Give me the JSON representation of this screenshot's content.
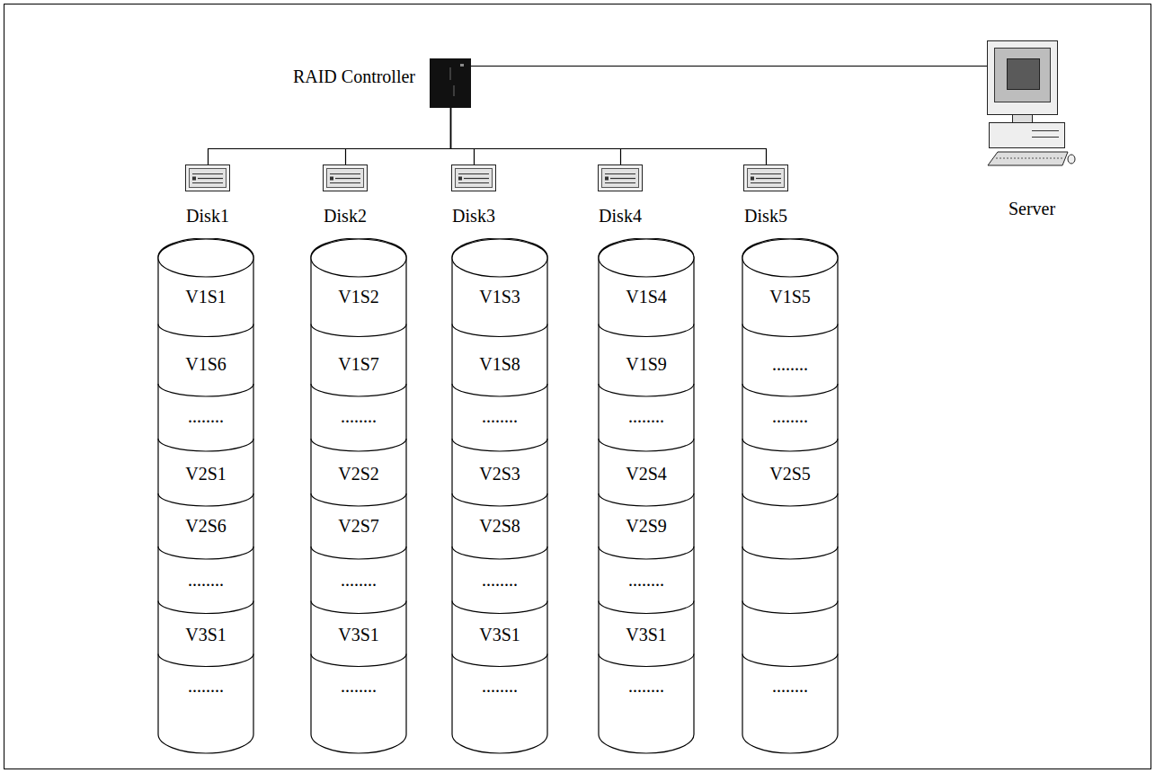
{
  "diagram": {
    "nodes": [
      {
        "text": [
          "RAID Controller"
        ]
      },
      {
        "text": [
          "Server"
        ]
      },
      {
        "text": [
          "Disk1"
        ]
      },
      {
        "text": [
          "Disk2"
        ]
      },
      {
        "text": [
          "Disk3"
        ]
      },
      {
        "text": [
          "Disk4"
        ]
      },
      {
        "text": [
          "Disk5"
        ]
      },
      {
        "text": [
          "V1S1",
          "V1S6",
          "........",
          "V2S1",
          "V2S6",
          "........",
          "V3S1",
          "........"
        ]
      },
      {
        "text": [
          "V1S2",
          "V1S7",
          "........",
          "V2S2",
          "V2S7",
          "........",
          "V3S1",
          "........"
        ]
      },
      {
        "text": [
          "V1S3",
          "V1S8",
          "........",
          "V2S3",
          "V2S8",
          "........",
          "V3S1",
          "........"
        ]
      },
      {
        "text": [
          "V1S4",
          "V1S9",
          "........",
          "V2S4",
          "V2S9",
          "........",
          "V3S1",
          "........"
        ]
      },
      {
        "text": [
          "V1S5",
          "........",
          "........",
          "V2S5",
          "........"
        ]
      }
    ],
    "edges": [
      {
        "from": 0,
        "to": 1,
        "arrow": "none"
      },
      {
        "from": 0,
        "to": 2,
        "arrow": "none"
      },
      {
        "from": 0,
        "to": 3,
        "arrow": "none"
      },
      {
        "from": 0,
        "to": 4,
        "arrow": "none"
      },
      {
        "from": 0,
        "to": 5,
        "arrow": "none"
      },
      {
        "from": 0,
        "to": 6,
        "arrow": "none"
      }
    ]
  }
}
